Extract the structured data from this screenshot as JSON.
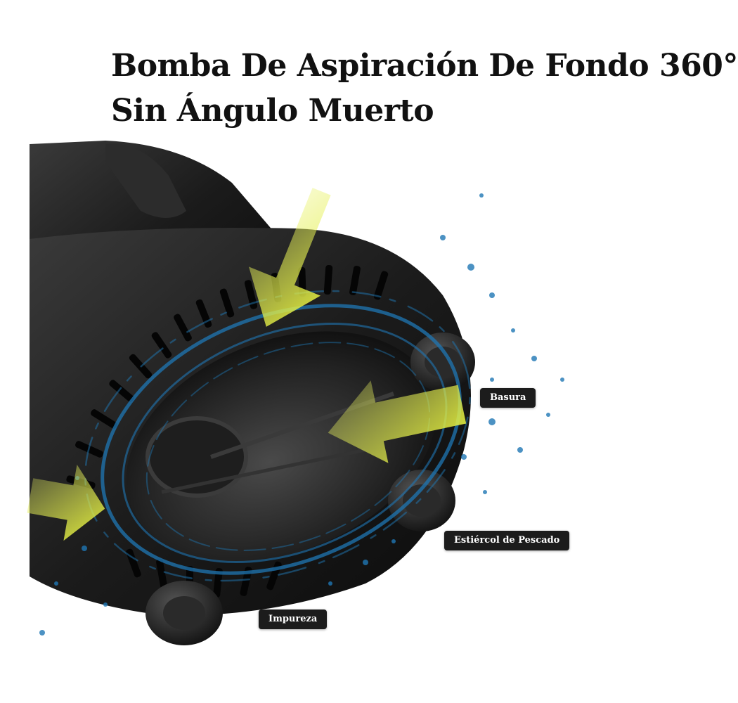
{
  "heading": {
    "line1": "Bomba De Aspiración De Fondo 360°",
    "line2": "Sin Ángulo Muerto"
  },
  "labels": {
    "basura": "Basura",
    "estiercol": "Estiércol de Pescado",
    "impureza": "Impureza"
  },
  "colors": {
    "body": "#1a1a1a",
    "arrow": "#e2ee3a",
    "water": "#1f77b4",
    "tag_bg": "#1c1c1c"
  },
  "icons": [
    "suction-arrow-icon",
    "water-splash"
  ]
}
